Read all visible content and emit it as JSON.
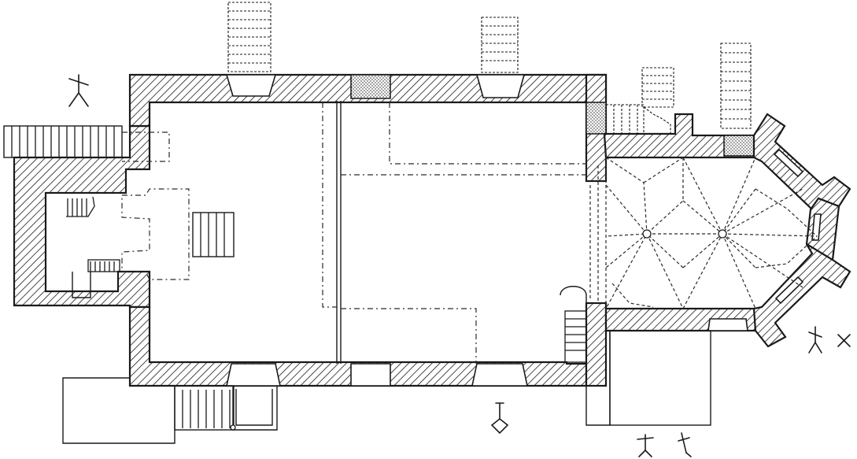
{
  "drawing": {
    "kind": "church-floor-plan",
    "colors": {
      "ink": "#1a1a1a",
      "paper": "#ffffff"
    },
    "parts": [
      "west-tower",
      "nave",
      "chancel-polygonal-apse",
      "south-porch",
      "north-sacristy",
      "vestry"
    ]
  }
}
